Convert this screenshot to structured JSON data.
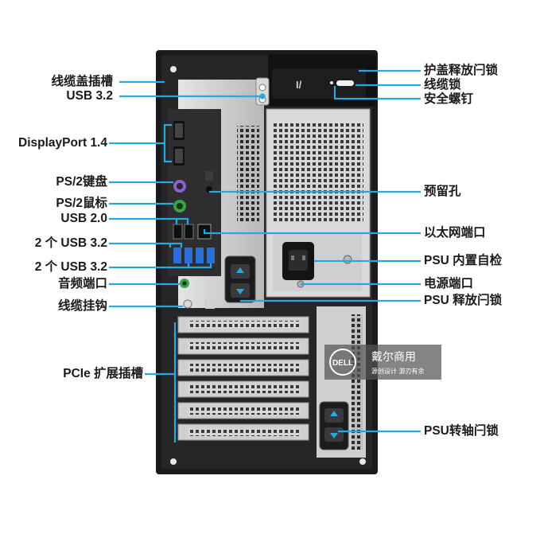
{
  "callouts_left": [
    {
      "id": "cable-cover-slot",
      "text": "线缆盖插槽"
    },
    {
      "id": "usb32-top",
      "text": "USB 3.2"
    },
    {
      "id": "displayport",
      "text": "DisplayPort 1.4"
    },
    {
      "id": "ps2-keyboard",
      "text": "PS/2键盘"
    },
    {
      "id": "ps2-mouse",
      "text": "PS/2鼠标"
    },
    {
      "id": "usb20",
      "text": "USB 2.0"
    },
    {
      "id": "usb32-pair-a",
      "text": "2 个 USB 3.2"
    },
    {
      "id": "usb32-pair-b",
      "text": "2 个 USB 3.2"
    },
    {
      "id": "audio-port",
      "text": "音频端口"
    },
    {
      "id": "cable-hook",
      "text": "线缆挂钩"
    },
    {
      "id": "pcie-slots",
      "text": "PCIe 扩展插槽"
    }
  ],
  "callouts_right": [
    {
      "id": "cover-release-latch",
      "text": "护盖释放闩锁"
    },
    {
      "id": "cable-lock",
      "text": "线缆锁"
    },
    {
      "id": "security-screw",
      "text": "安全螺钉"
    },
    {
      "id": "reserved-hole",
      "text": "预留孔"
    },
    {
      "id": "ethernet-port",
      "text": "以太网端口"
    },
    {
      "id": "psu-bist",
      "text": "PSU 内置自检"
    },
    {
      "id": "power-port",
      "text": "电源端口"
    },
    {
      "id": "psu-release-latch",
      "text": "PSU 释放闩锁"
    },
    {
      "id": "psu-hinge-latch",
      "text": "PSU转轴闩锁"
    }
  ],
  "watermark": {
    "logo": "DELL",
    "title": "戴尔商用",
    "subtitle": "源创设计 游刃有余"
  },
  "colors": {
    "chassis": "#1b1b1d",
    "panel": "#2b2b2d",
    "metal": "#c9c9c9",
    "leader": "#2aa7e0",
    "blue_port": "#2a6fd6",
    "green_port": "#37a347",
    "purple_port": "#8a62c9"
  }
}
